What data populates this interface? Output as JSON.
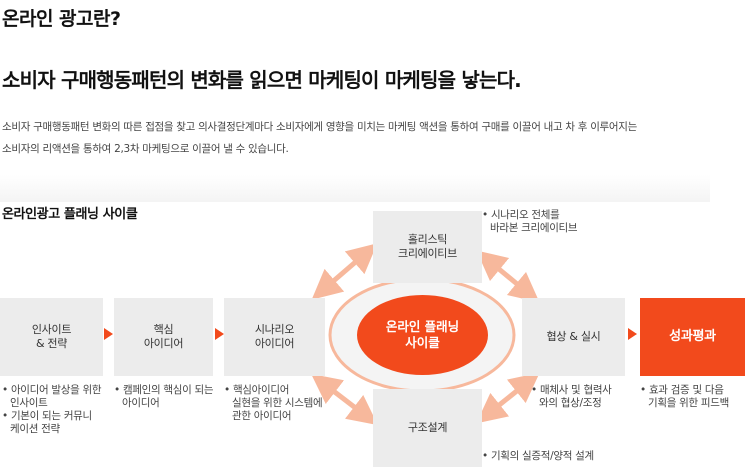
{
  "header": {
    "question": "온라인 광고란?",
    "headline": "소비자 구매행동패턴의 변화를 읽으면 마케팅이 마케팅을 낳는다.",
    "description_1": "소비자 구매행동패턴 변화의 따른 접점을 찾고 의사결정단계마다 소비자에게 영향을 미치는 마케팅 액션을 통하여 구매를 이끌어 내고 차 후 이루어지는",
    "description_2": "소비자의 리액션을 통하여 2,3차 마케팅으로 이끌어 낼 수 있습니다."
  },
  "cycle": {
    "title": "온라인광고 플래닝 사이클",
    "center": {
      "line1": "온라인 플래닝",
      "line2": "사이클"
    },
    "insight": {
      "line1": "인사이트",
      "line2": "& 전략",
      "note1_a": "아이디어 발상을 위한",
      "note1_b": "인사이트",
      "note2_a": "기본이 되는 커뮤니",
      "note2_b": "케이션 전략"
    },
    "core": {
      "line1": "핵심",
      "line2": "아이디어",
      "note1_a": "캠페인의 핵심이 되는",
      "note1_b": "아이디어"
    },
    "scenario": {
      "line1": "시나리오",
      "line2": "아이디어",
      "note1_a": "핵심아이디어",
      "note1_b": "실현을 위한 시스템에",
      "note1_c": "관한 아이디어"
    },
    "holistic": {
      "line1": "홀리스틱",
      "line2": "크리에이티브",
      "note1_a": "시나리오 전체를",
      "note1_b": "바라본 크리에이티브"
    },
    "structure": {
      "line1": "구조설계",
      "note1_a": "기획의 실증적/양적 설계"
    },
    "negotiation": {
      "line1": "협상 & 실시",
      "note1_a": "매체사 및 협력사",
      "note1_b": "와의 협상/조정"
    },
    "performance": {
      "line1": "성과평과",
      "note1_a": "효과 검증 및 다음",
      "note1_b": "기획을 위한 피드백"
    }
  },
  "colors": {
    "accent": "#f24a1c",
    "accent_light": "#f7b89c",
    "box_gray": "#ececec"
  }
}
